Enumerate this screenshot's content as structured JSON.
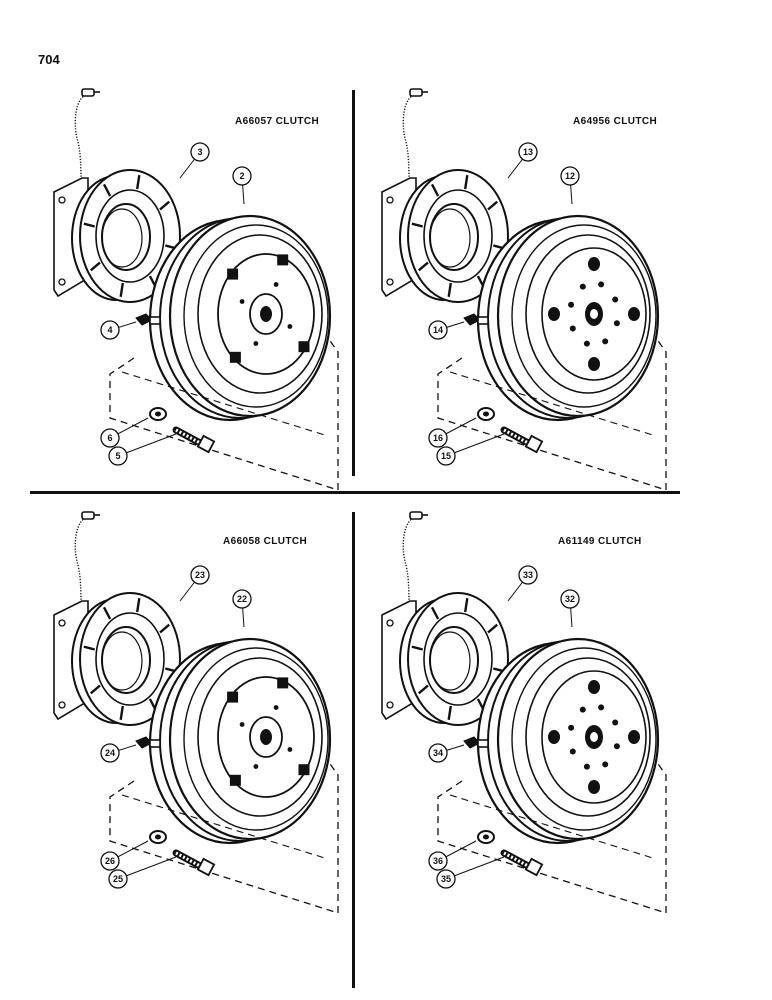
{
  "page": {
    "number": "704"
  },
  "panels": [
    {
      "title": "A66057 CLUTCH",
      "variant": "plate",
      "callouts": {
        "coil": "3",
        "pulley": "2",
        "screw": "4",
        "washer": "6",
        "bolt": "5"
      }
    },
    {
      "title": "A64956 CLUTCH",
      "variant": "holes",
      "callouts": {
        "coil": "13",
        "pulley": "12",
        "screw": "14",
        "washer": "16",
        "bolt": "15"
      }
    },
    {
      "title": "A66058 CLUTCH",
      "variant": "plate",
      "callouts": {
        "coil": "23",
        "pulley": "22",
        "screw": "24",
        "washer": "26",
        "bolt": "25"
      }
    },
    {
      "title": "A61149 CLUTCH",
      "variant": "holes",
      "callouts": {
        "coil": "33",
        "pulley": "32",
        "screw": "34",
        "washer": "36",
        "bolt": "35"
      }
    }
  ],
  "colors": {
    "ink": "#111111",
    "paper": "#ffffff"
  }
}
